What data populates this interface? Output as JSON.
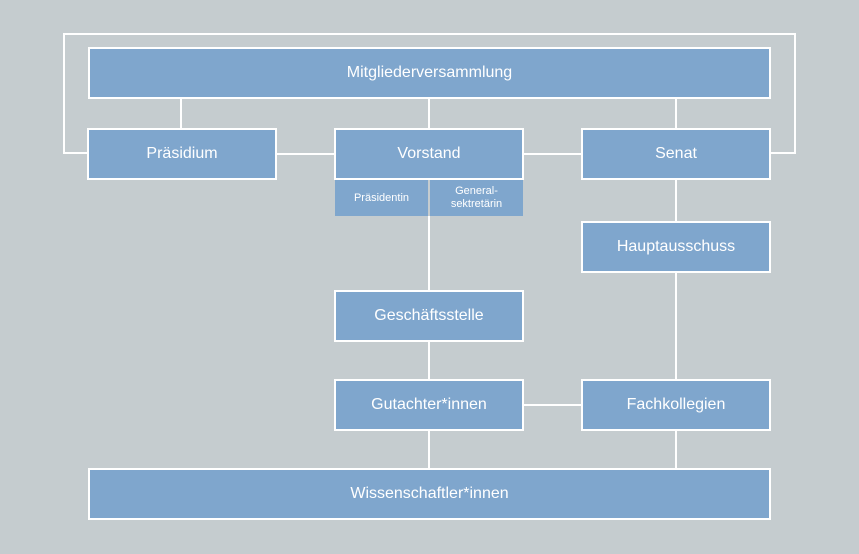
{
  "colors": {
    "background": "#c5cccf",
    "box_fill": "#7fa6cd",
    "line": "#ffffff",
    "text": "#ffffff"
  },
  "nodes": {
    "mitgliederversammlung": "Mitgliederversammlung",
    "praesidium": "Präsidium",
    "vorstand": "Vorstand",
    "senat": "Senat",
    "praesidentin": "Präsidentin",
    "generalsekretaerin_line1": "General-",
    "generalsekretaerin_line2": "sektretärin",
    "hauptausschuss": "Hauptausschuss",
    "geschaeftsstelle": "Geschäftsstelle",
    "gutachterinnen": "Gutachter*innen",
    "fachkollegien": "Fachkollegien",
    "wissenschaftlerinnen": "Wissenschaftler*innen"
  }
}
